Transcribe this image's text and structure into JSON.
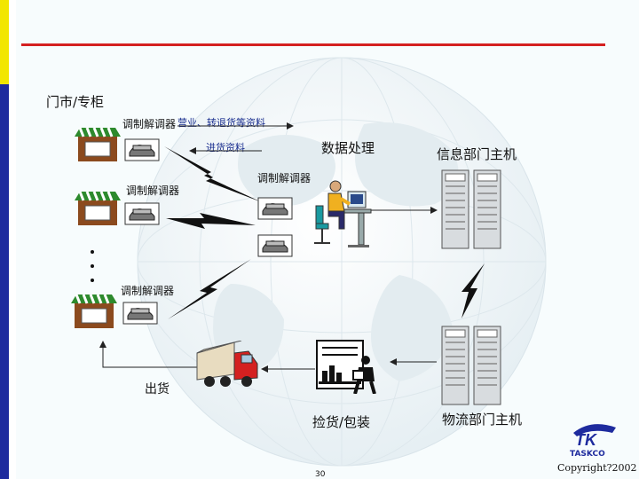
{
  "labels": {
    "store_title": "门市/专柜",
    "modem_1": "调制解调器",
    "modem_2": "调制解调器",
    "modem_3": "调制解调器",
    "modem_center": "调制解调器",
    "sales_data": "营业、转退货等资料",
    "purchase_data": "进货资料",
    "data_processing": "数据处理",
    "info_host": "信息部门主机",
    "logistics_host": "物流部门主机",
    "shipping": "出货",
    "picking": "捡货/包装",
    "page_number": "30",
    "logo_text": "TASKCO",
    "copyright": "Copyright?2002"
  },
  "colors": {
    "left_bar": "#1e2b9e",
    "left_bar_accent": "#f2e600",
    "top_rule": "#d42020",
    "label_blue": "#1a2f8f"
  },
  "icons": [
    "store-icon",
    "modem-icon",
    "server-icon",
    "truck-icon",
    "worker-icon",
    "warehouse-icon",
    "lightning-icon",
    "globe-background"
  ]
}
